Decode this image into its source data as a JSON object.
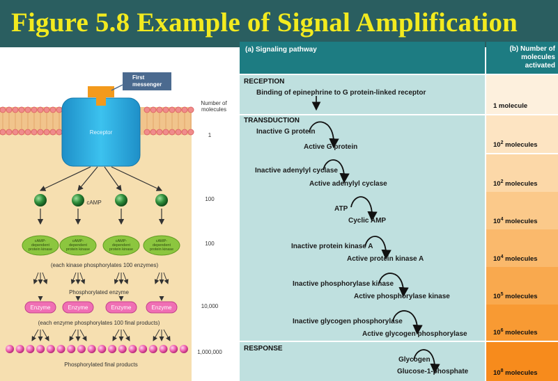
{
  "title": "Figure 5.8 Example of Signal Amplification",
  "left": {
    "first_messenger": [
      "First",
      "messenger"
    ],
    "receptor": "Receptor",
    "camp": "cAMP",
    "kinase": [
      "cAMP-",
      "dependent",
      "protein kinase"
    ],
    "kinase_note": "(each kinase phosphorylates 100 enzymes)",
    "phosphorylated_enzyme": "Phosphorylated enzyme",
    "enzyme": "Enzyme",
    "enzyme_note": "(each enzyme phosphorylates 100 final products)",
    "final_products": "Phosphorylated final products",
    "count_header": [
      "Number of",
      "molecules"
    ],
    "counts": [
      "1",
      "100",
      "100",
      "10,000",
      "1,000,000"
    ]
  },
  "table": {
    "col_a_header": "(a) Signaling pathway",
    "col_b_header": [
      "(b) Number of",
      "molecules",
      "activated"
    ],
    "reception": "RECEPTION",
    "reception_text": "Binding of epinephrine to G protein-linked receptor",
    "transduction": "TRANSDUCTION",
    "response": "RESPONSE",
    "steps": [
      {
        "from": "Inactive G protein",
        "to": "Active G protein"
      },
      {
        "from": "Inactive adenylyl cyclase",
        "to": "Active adenylyl cyclase"
      },
      {
        "from": "ATP",
        "to": "Cyclic AMP"
      },
      {
        "from": "Inactive protein kinase A",
        "to": "Active protein kinase A"
      },
      {
        "from": "Inactive phosphorylase kinase",
        "to": "Active phosphorylase kinase"
      },
      {
        "from": "Inactive glycogen phosphorylase",
        "to": "Active glycogen phosphorylase"
      },
      {
        "from": "Glycogen",
        "to": "Glucose-1-phosphate"
      }
    ],
    "counts": [
      {
        "base": "1",
        "exp": "",
        "unit": "molecule"
      },
      {
        "base": "10",
        "exp": "2",
        "unit": "molecules"
      },
      {
        "base": "10",
        "exp": "2",
        "unit": "molecules"
      },
      {
        "base": "10",
        "exp": "4",
        "unit": "molecules"
      },
      {
        "base": "10",
        "exp": "4",
        "unit": "molecules"
      },
      {
        "base": "10",
        "exp": "5",
        "unit": "molecules"
      },
      {
        "base": "10",
        "exp": "6",
        "unit": "molecules"
      },
      {
        "base": "10",
        "exp": "8",
        "unit": "molecules"
      }
    ],
    "colors": {
      "header": "#1d7c82",
      "pathway_bg": "#bfe0df",
      "count_shades": [
        "#fdf0dd",
        "#fde4c2",
        "#fcd8a8",
        "#fbc98a",
        "#fab96c",
        "#f9a94e",
        "#f89a33",
        "#f78b1c"
      ]
    }
  }
}
